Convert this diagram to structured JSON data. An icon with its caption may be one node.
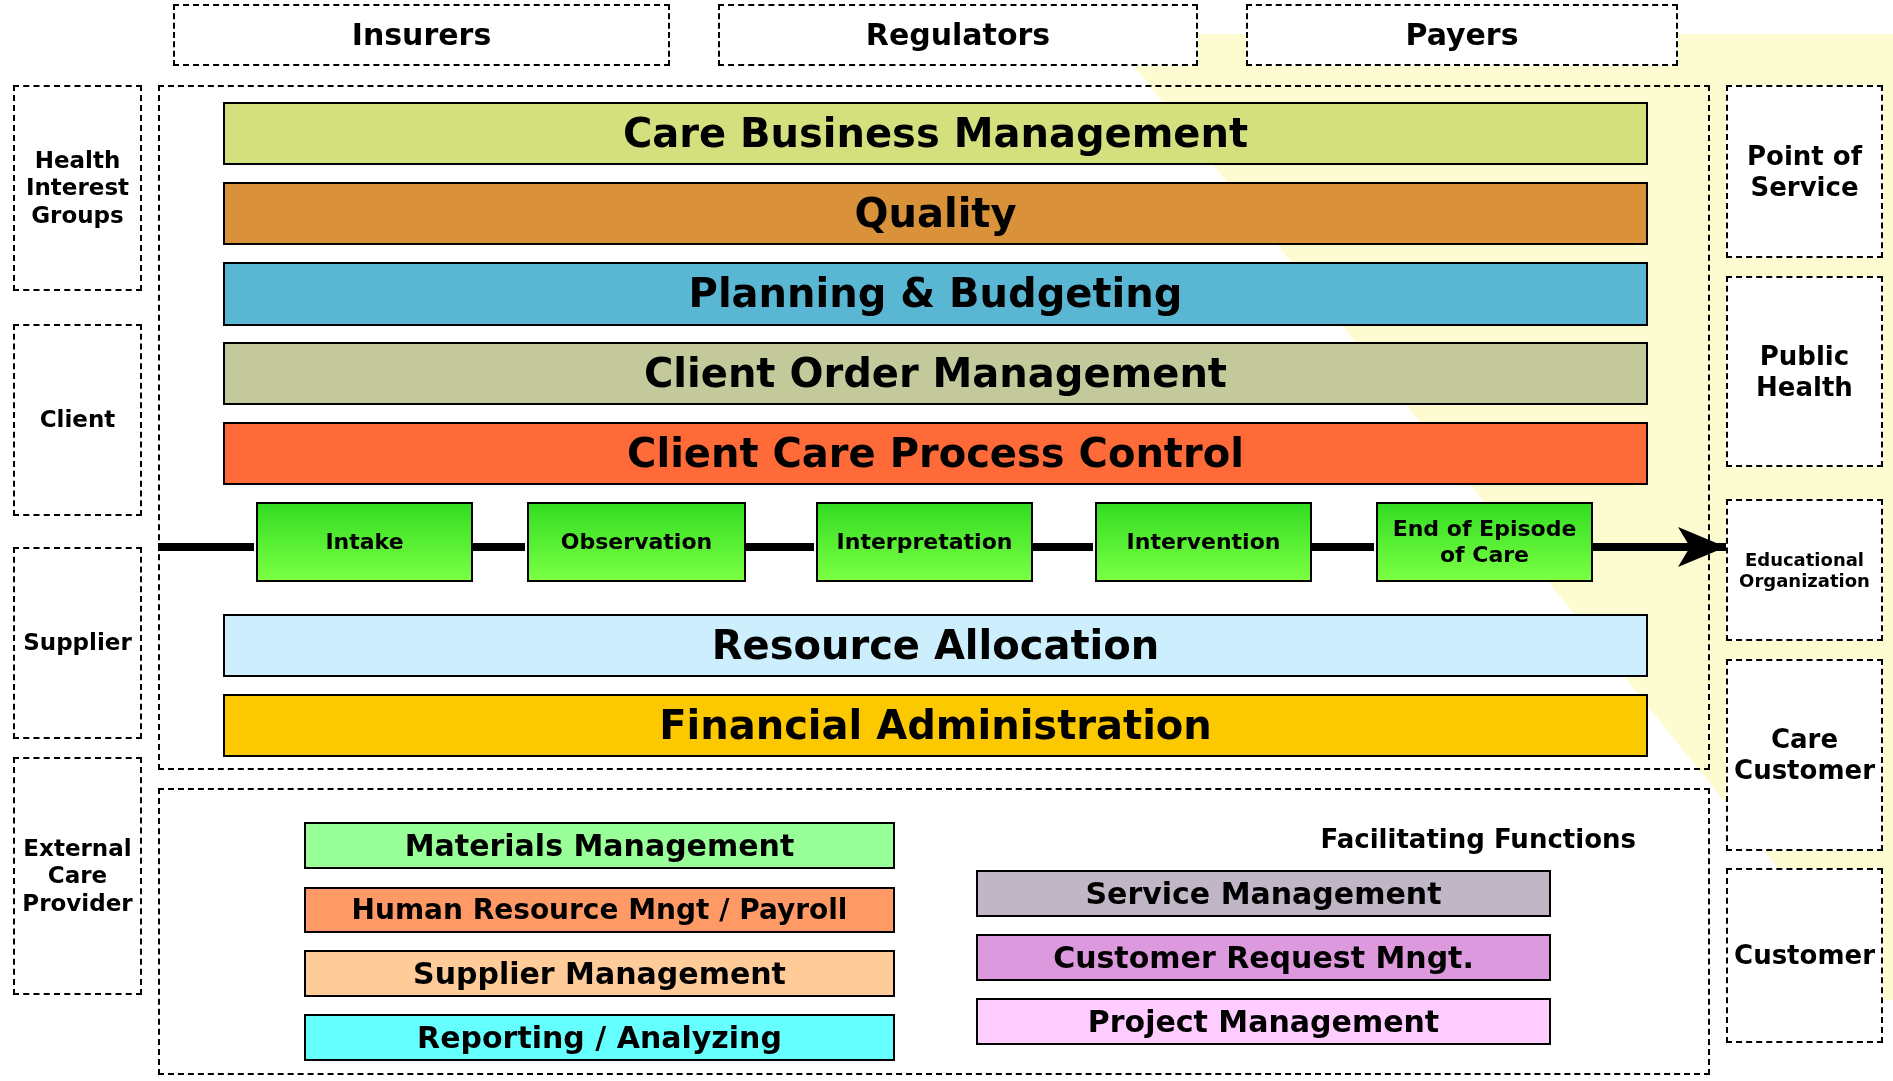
{
  "diagram": {
    "nodes": [
      {
        "text": [
          "Insurers"
        ]
      },
      {
        "text": [
          "Regulators"
        ]
      },
      {
        "text": [
          "Payers"
        ]
      },
      {
        "text": [
          "Health Interest Groups"
        ]
      },
      {
        "text": [
          "Client"
        ]
      },
      {
        "text": [
          "Supplier"
        ]
      },
      {
        "text": [
          "External Care Provider"
        ]
      },
      {
        "text": [],
        "shape": "box"
      },
      {
        "text": [
          "Care Business Management"
        ],
        "in": 7
      },
      {
        "text": [
          "Quality"
        ],
        "in": 7
      },
      {
        "text": [
          "Planning & Budgeting"
        ],
        "in": 7
      },
      {
        "text": [
          "Client Order Management"
        ],
        "in": 7
      },
      {
        "text": [
          "Client Care Process Control"
        ],
        "in": 7
      },
      {
        "text": [
          "Intake"
        ],
        "in": 7
      },
      {
        "text": [
          "Observation"
        ],
        "in": 7
      },
      {
        "text": [
          "Interpretation"
        ],
        "in": 7
      },
      {
        "text": [
          "Intervention"
        ],
        "in": 7
      },
      {
        "text": [
          "End of Episode of Care"
        ],
        "in": 7
      },
      {
        "text": [
          "Resource Allocation"
        ],
        "in": 7
      },
      {
        "text": [
          "Financial Administration"
        ],
        "in": 7
      },
      {
        "text": [
          "Facilitating Functions"
        ]
      },
      {
        "text": [
          "Materials Management"
        ],
        "in": 20
      },
      {
        "text": [
          "Human Resource Mngt / Payroll"
        ],
        "in": 20
      },
      {
        "text": [
          "Supplier Management"
        ],
        "in": 20
      },
      {
        "text": [
          "Reporting / Analyzing"
        ],
        "in": 20
      },
      {
        "text": [
          "Service Management"
        ],
        "in": 20
      },
      {
        "text": [
          "Customer Request Mngt."
        ],
        "in": 20
      },
      {
        "text": [
          "Project Management"
        ],
        "in": 20
      },
      {
        "text": [
          "Point of Service"
        ]
      },
      {
        "text": [
          "Public Health"
        ]
      },
      {
        "text": [
          "Educational Organization"
        ]
      },
      {
        "text": [
          "Care Customer"
        ]
      },
      {
        "text": [
          "Customer"
        ]
      }
    ],
    "edges": [
      {
        "from": null,
        "to": 13,
        "arrow": "none"
      },
      {
        "from": 13,
        "to": 14,
        "arrow": "none"
      },
      {
        "from": 14,
        "to": 15,
        "arrow": "none"
      },
      {
        "from": 15,
        "to": 16,
        "arrow": "none"
      },
      {
        "from": 16,
        "to": 17,
        "arrow": "none"
      },
      {
        "from": 17,
        "to": 30,
        "arrow": "to"
      }
    ]
  }
}
